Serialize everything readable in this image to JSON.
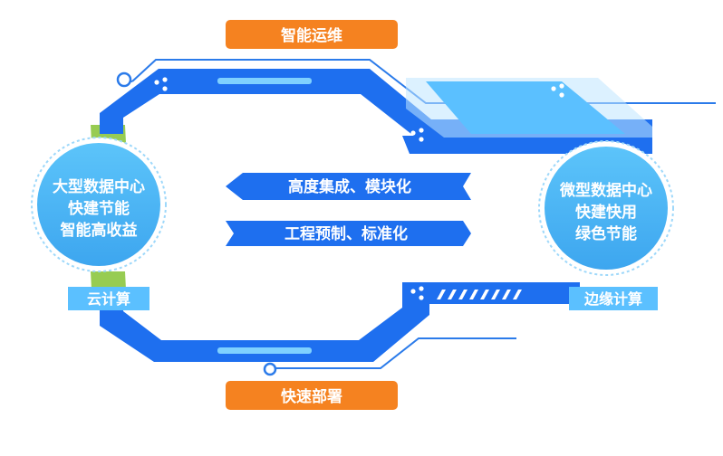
{
  "top_tag": "智能运维",
  "bottom_tag": "快速部署",
  "left_circle": {
    "lines": [
      "大型数据中心",
      "快建节能",
      "智能高收益"
    ],
    "tag": "云计算"
  },
  "right_circle": {
    "lines": [
      "微型数据中心",
      "快建快用",
      "绿色节能"
    ],
    "tag": "边缘计算"
  },
  "banner_upper": "高度集成、模块化",
  "banner_lower": "工程预制、标准化",
  "colors": {
    "orange": "#F58220",
    "blue": "#1E6FEF",
    "light_blue": "#5BC0FF",
    "circle": "#4DB2F2",
    "green": "#8CC63F"
  }
}
